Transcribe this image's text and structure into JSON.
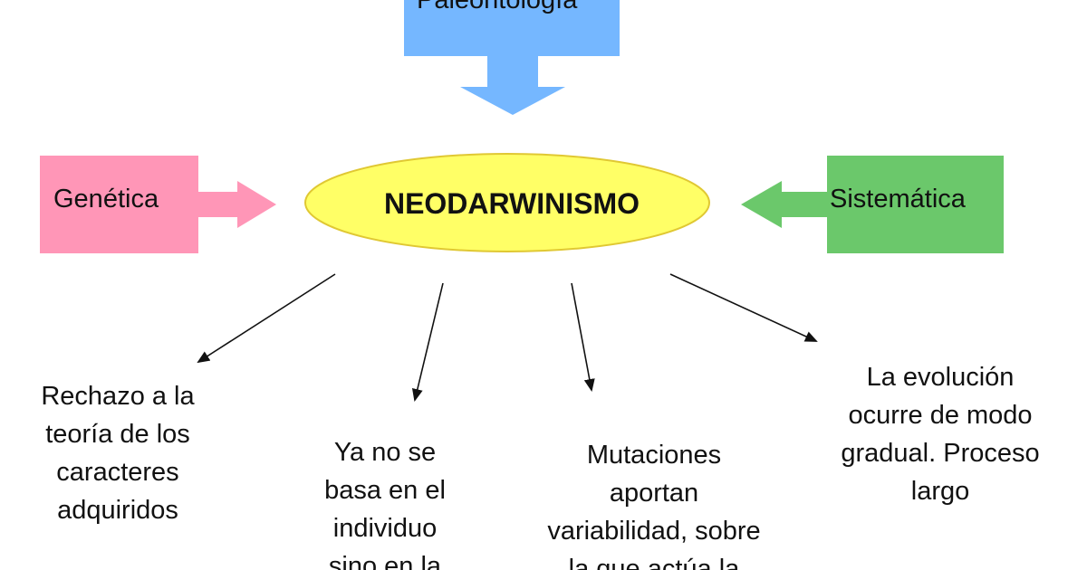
{
  "diagram": {
    "central_concept": "NEODARWINISMO",
    "sources": {
      "top": "Paleontología",
      "left": "Genética",
      "right": "Sistemática"
    },
    "outcomes": [
      {
        "lines": [
          "Rechazo a la",
          "teoría de los",
          "caracteres",
          "adquiridos"
        ]
      },
      {
        "lines": [
          "Ya no se",
          "basa en el",
          "individuo",
          "sino en la"
        ]
      },
      {
        "lines": [
          "Mutaciones",
          "aportan",
          "variabilidad, sobre",
          "la que actúa la"
        ]
      },
      {
        "lines": [
          "La evolución",
          "ocurre de modo",
          "gradual. Proceso",
          "largo"
        ]
      }
    ]
  },
  "colors": {
    "paleontologia_box": "#75B7FF",
    "genetica_box": "#FF96B7",
    "sistematica_box": "#6BC86B",
    "central_fill": "#FFFF66",
    "central_stroke": "#E0C833",
    "line": "#111111"
  }
}
